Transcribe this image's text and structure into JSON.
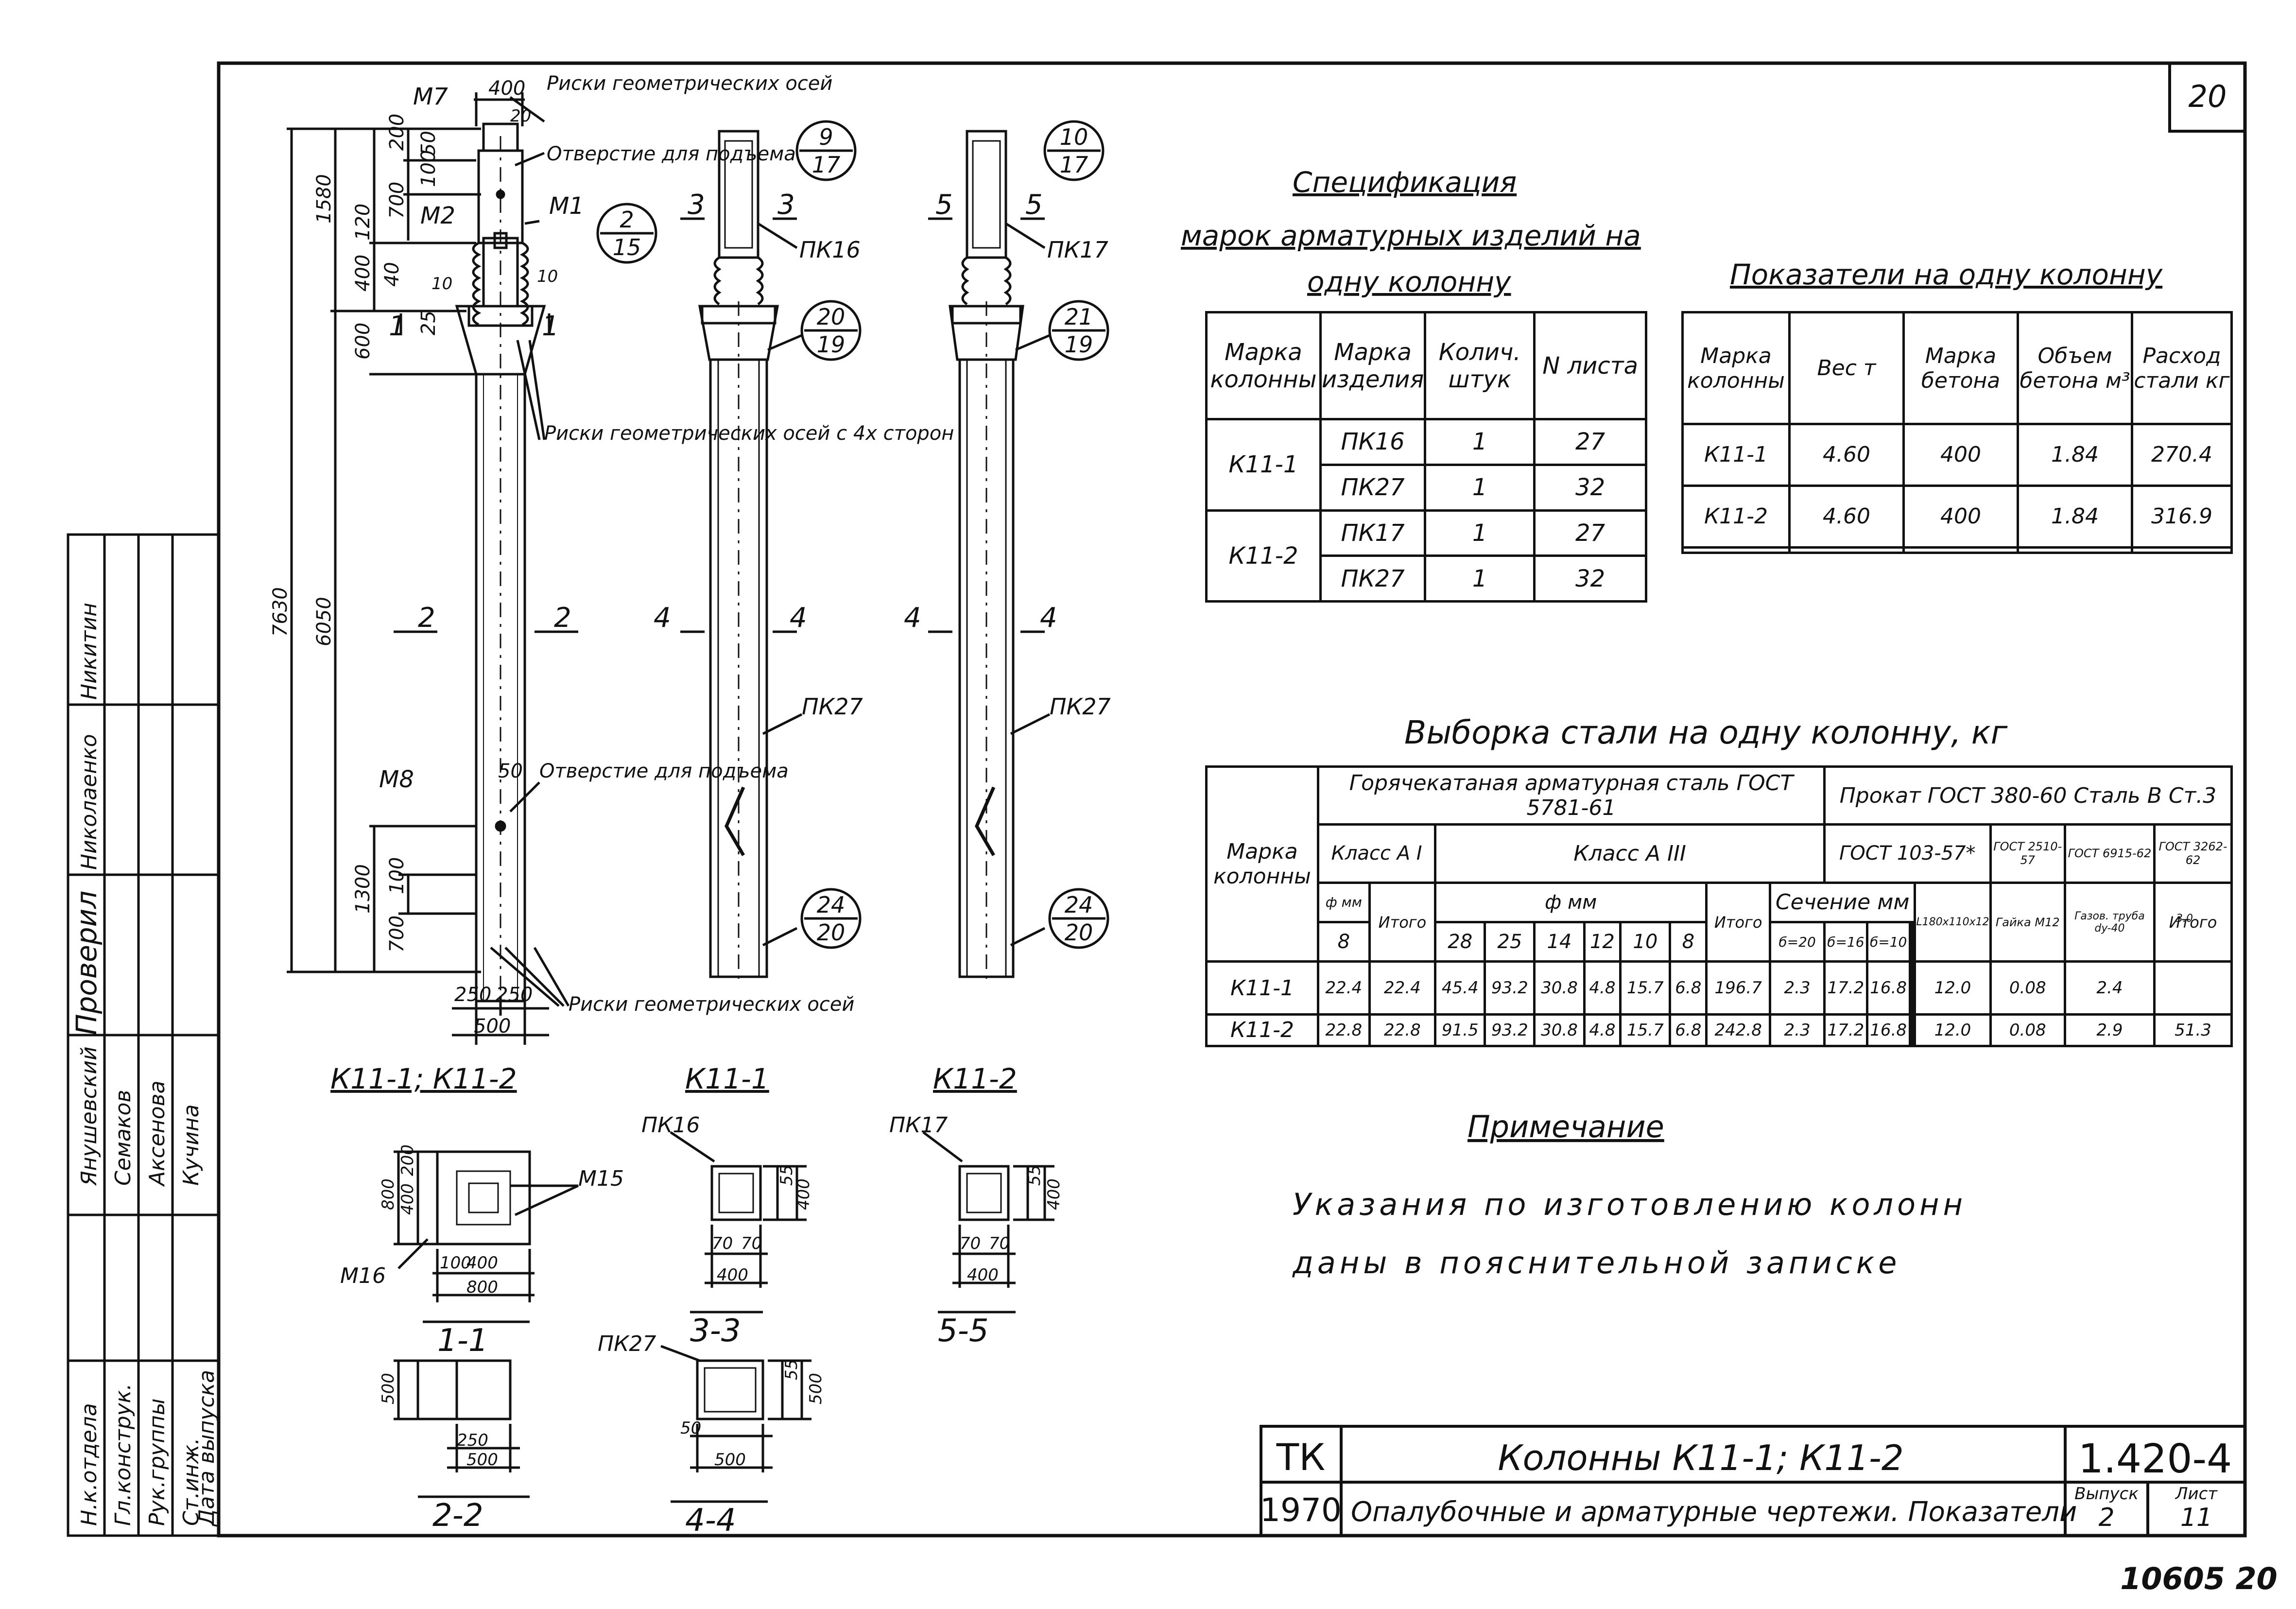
{
  "sheet_number": "20",
  "drawing_number": "10605 20",
  "side_stamp": {
    "roles": [
      "Н.к.отдела",
      "Гл.конструк.",
      "Рук.группы",
      "Ст.инж.",
      "Дата выпуска"
    ],
    "names": [
      "Янушевский",
      "Семаков",
      "Аксенова",
      "Кучина"
    ],
    "checked_label": "Проверил",
    "checked_names": [
      "Николаенко",
      "Никитин"
    ]
  },
  "elevation": {
    "dims": {
      "total": "7630",
      "upper": "1580",
      "lower": "6050",
      "d200": "200",
      "d700": "700",
      "d100": "100",
      "d50": "50",
      "d120": "120",
      "d400": "400",
      "d40": "40",
      "d600": "600",
      "d1300": "1300",
      "d100b": "100",
      "d700b": "700",
      "d400top": "400",
      "d250a": "250",
      "d250b": "250",
      "d500": "500",
      "d50b": "50",
      "d10a": "10",
      "d10b": "10",
      "d25": "25",
      "d20": "20"
    },
    "labels": {
      "m7": "М7",
      "m2": "М2",
      "m1": "М1",
      "m8": "М8",
      "top_marks": "Риски геометрических осей",
      "hole_top": "Отверстие для подъема",
      "side_marks": "Риски геометрических осей с 4х сторон",
      "hole_bottom": "Отверстие для подъема",
      "bottom_marks": "Риски геометрических осей",
      "cut1": "1",
      "cut2": "2",
      "cut4": "4",
      "cut3": "3",
      "cut5": "5"
    },
    "callouts": [
      {
        "top": "2",
        "bottom": "15"
      },
      {
        "top": "9",
        "bottom": "17"
      },
      {
        "top": "20",
        "bottom": "19"
      },
      {
        "top": "24",
        "bottom": "20"
      },
      {
        "top": "10",
        "bottom": "17"
      },
      {
        "top": "21",
        "bottom": "19"
      },
      {
        "top": "24",
        "bottom": "20"
      }
    ],
    "rebar_labels": [
      "ПК16",
      "ПК27",
      "ПК17",
      "ПК27"
    ]
  },
  "sections": {
    "k11_12_title": "К11-1; К11-2",
    "k11_1_title": "К11-1",
    "k11_2_title": "К11-2",
    "s11": "1-1",
    "s22": "2-2",
    "s33": "3-3",
    "s44": "4-4",
    "s55": "5-5",
    "m15": "М15",
    "m16": "М16",
    "pk16": "ПК16",
    "pk17": "ПК17",
    "pk27": "ПК27",
    "dims": {
      "d800": "800",
      "d200": "200",
      "d400": "400",
      "d100": "100",
      "d500": "500",
      "d250": "250",
      "d70": "70",
      "d55": "55",
      "d50": "50"
    }
  },
  "spec": {
    "title_lines": [
      "Спецификация",
      "марок арматурных изделий на",
      "одну колонну"
    ],
    "headers": [
      "Марка колонны",
      "Марка изделия",
      "Колич. штук",
      "N листа"
    ],
    "rows": [
      {
        "col": "К11-1",
        "item": "ПК16",
        "qty": "1",
        "sheet": "27"
      },
      {
        "col": "",
        "item": "ПК27",
        "qty": "1",
        "sheet": "32"
      },
      {
        "col": "К11-2",
        "item": "ПК17",
        "qty": "1",
        "sheet": "27"
      },
      {
        "col": "",
        "item": "ПК27",
        "qty": "1",
        "sheet": "32"
      }
    ]
  },
  "indicators": {
    "title": "Показатели на одну колонну",
    "headers": [
      "Марка колонны",
      "Вес т",
      "Марка бетона",
      "Объем бетона м³",
      "Расход стали кг"
    ],
    "rows": [
      [
        "К11-1",
        "4.60",
        "400",
        "1.84",
        "270.4"
      ],
      [
        "К11-2",
        "4.60",
        "400",
        "1.84",
        "316.9"
      ],
      [
        "",
        "",
        "",
        "",
        ""
      ]
    ]
  },
  "steel": {
    "title": "Выборка стали на одну колонну, кг",
    "h_hot": "Горячекатаная арматурная сталь ГОСТ 5781-61",
    "h_prokat": "Прокат ГОСТ 380-60 Сталь В Ст.3",
    "h_mark": "Марка колонны",
    "h_class1": "Класс А I",
    "h_class3": "Класс А III",
    "h_gost103": "ГОСТ 103-57*",
    "h_gost2": "ГОСТ 2510-57",
    "h_gost3": "ГОСТ 6915-62",
    "h_gost4": "ГОСТ 3262-62",
    "h_phimm": "ф мм",
    "h_phimm2": "ф мм",
    "h_itogo": "Итого",
    "h_section": "Сечение мм",
    "h_ugol": "L180х110х12",
    "h_gaika": "Гайка М12",
    "h_truba": "Газов. труба dy-40",
    "h_truba2": "3.0",
    "sub_cols": [
      "8",
      "28",
      "25",
      "14",
      "12",
      "10",
      "8",
      "б=20",
      "б=16",
      "б=10"
    ],
    "rows": [
      [
        "К11-1",
        "22.4",
        "22.4",
        "45.4",
        "93.2",
        "30.8",
        "4.8",
        "15.7",
        "6.8",
        "196.7",
        "2.3",
        "17.2",
        "16.8",
        "",
        "",
        "12.0",
        "0.08",
        "2.4",
        ""
      ],
      [
        "К11-2",
        "22.8",
        "22.8",
        "91.5",
        "93.2",
        "30.8",
        "4.8",
        "15.7",
        "6.8",
        "242.8",
        "2.3",
        "17.2",
        "16.8",
        "",
        "",
        "12.0",
        "0.08",
        "2.9",
        "51.3"
      ]
    ]
  },
  "note": {
    "title": "Примечание",
    "lines": [
      "Указания по изготовлению колонн",
      "даны в пояснительной записке"
    ]
  },
  "title_block": {
    "org": "ТК",
    "year": "1970",
    "title": "Колонны К11-1; К11-2",
    "subtitle": "Опалубочные и арматурные чертежи. Показатели",
    "code": "1.420-4",
    "issue_label": "Выпуск",
    "issue": "2",
    "sheet_label": "Лист",
    "sheet": "11"
  }
}
